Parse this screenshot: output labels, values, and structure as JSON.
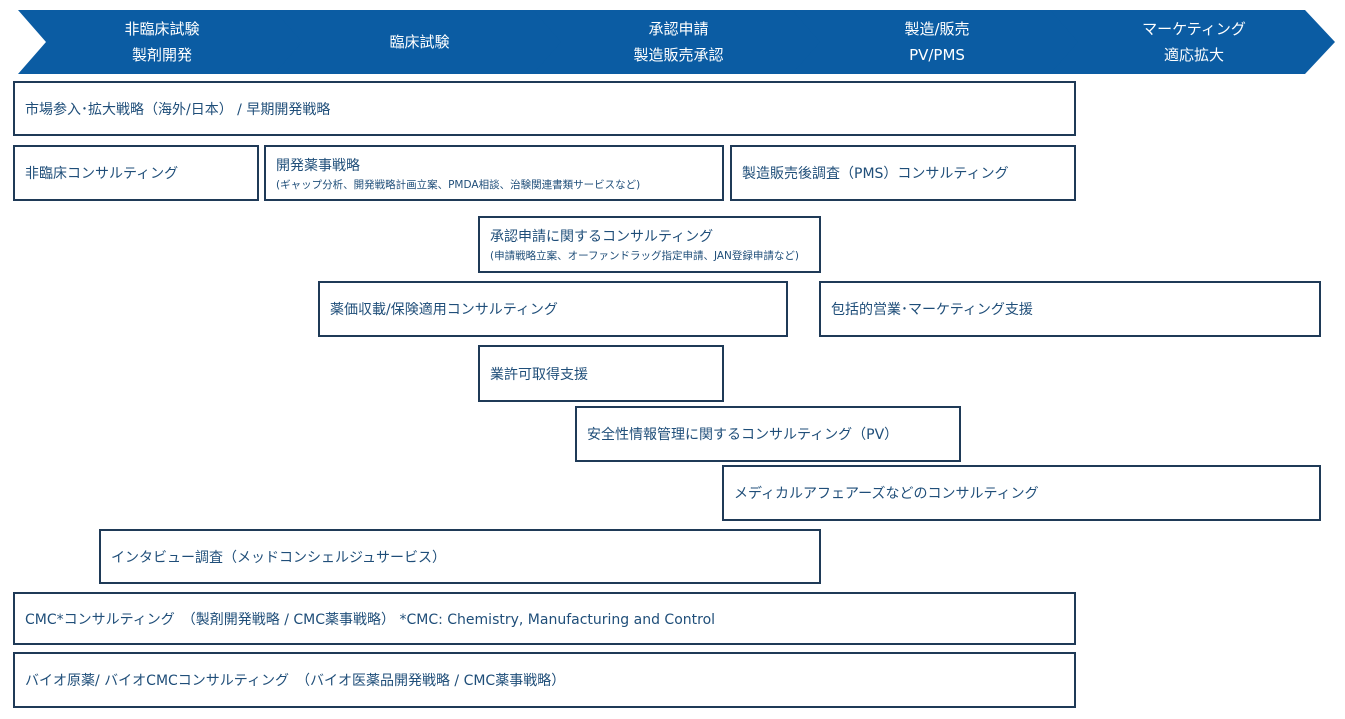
{
  "phases": [
    {
      "line1": "非臨床試験",
      "line2": "製剤開発"
    },
    {
      "line1": "臨床試験",
      "line2": ""
    },
    {
      "line1": "承認申請",
      "line2": "製造販売承認"
    },
    {
      "line1": "製造/販売",
      "line2": "PV/PMS"
    },
    {
      "line1": "マーケティング",
      "line2": "適応拡大"
    }
  ],
  "services": {
    "market_entry": "市場参入･拡大戦略（海外/日本） / 早期開発戦略",
    "nonclinical": "非臨床コンサルティング",
    "regulatory_dev": {
      "title": "開発薬事戦略",
      "sub": "(ギャップ分析、開発戦略計画立案、PMDA相談、治験関連書類サービスなど)"
    },
    "pms": "製造販売後調査（PMS）コンサルティング",
    "approval": {
      "title": "承認申請に関するコンサルティング",
      "sub": "(申請戦略立案、オーファンドラッグ指定申請、JAN登録申請など)"
    },
    "pricing": "薬価収載/保険適用コンサルティング",
    "marketing_support": "包括的営業･マーケティング支援",
    "license": "業許可取得支援",
    "pv": "安全性情報管理に関するコンサルティング（PV）",
    "medical_affairs": "メディカルアフェアーズなどのコンサルティング",
    "interview": "インタビュー調査（メッドコンシェルジュサービス）",
    "cmc": "CMC*コンサルティング　（製剤開発戦略 / CMC薬事戦略）  *CMC: Chemistry, Manufacturing and Control",
    "bio": "バイオ原薬/  バイオCMCコンサルティング　（バイオ医薬品開発戦略 / CMC薬事戦略）"
  },
  "colors": {
    "arrow": "#0b5ca3",
    "border": "#1f3a57",
    "text": "#1f4e79"
  }
}
